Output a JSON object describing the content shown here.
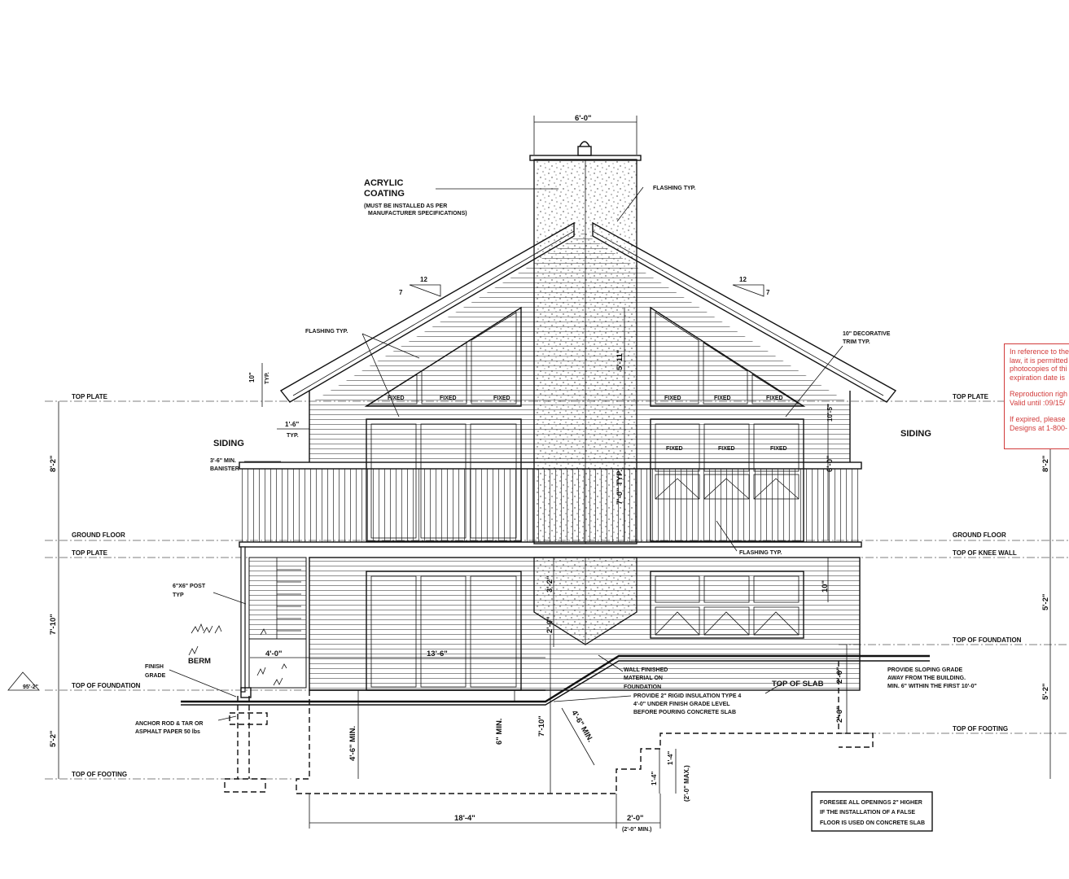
{
  "labels": {
    "top_plate_left": "TOP PLATE",
    "top_plate_right": "TOP PLATE",
    "ground_floor_left": "GROUND FLOOR",
    "ground_floor_right": "GROUND FLOOR",
    "top_plate_lower_left": "TOP PLATE",
    "top_knee_wall": "TOP OF KNEE WALL",
    "top_foundation_left": "TOP OF FOUNDATION",
    "top_foundation_right": "TOP OF FOUNDATION",
    "top_footing_left": "TOP OF FOOTING",
    "top_footing_right": "TOP OF FOOTING",
    "top_slab": "TOP OF SLAB",
    "siding_left": "SIDING",
    "siding_right": "SIDING",
    "berm": "BERM",
    "acrylic_1": "ACRYLIC",
    "acrylic_2": "COATING",
    "acrylic_note_1": "(MUST BE INSTALLED AS PER",
    "acrylic_note_2": "MANUFACTURER SPECIFICATIONS)",
    "flashing_chimney": "FLASHING TYP.",
    "flashing_left": "FLASHING TYP.",
    "flashing_balcony": "FLASHING TYP.",
    "trim_1": "10\" DECORATIVE",
    "trim_2": "TRIM TYP.",
    "banister_1": "3'-6\" MIN.",
    "banister_2": "BANISTER",
    "post_1": "6\"X6\" POST",
    "post_2": "TYP",
    "finish_1": "FINISH",
    "finish_2": "GRADE",
    "anchor_1": "ANCHOR ROD & TAR OR",
    "anchor_2": "ASPHALT PAPER 50 lbs",
    "wall_1": "WALL FINISHED",
    "wall_2": "MATERIAL ON",
    "wall_3": "FOUNDATION",
    "insul_1": "PROVIDE 2\" RIGID INSULATION TYPE 4",
    "insul_2": "4'-0\" UNDER FINISH GRADE LEVEL",
    "insul_3": "BEFORE POURING CONCRETE SLAB",
    "grade_1": "PROVIDE SLOPING GRADE",
    "grade_2": "AWAY FROM THE BUILDING.",
    "grade_3": "MIN. 6\" WITHIN THE FIRST 10'-0\"",
    "foresee_1": "FORESEE ALL OPENINGS 2\" HIGHER",
    "foresee_2": "IF THE INSTALLATION OF A FALSE",
    "foresee_3": "FLOOR IS USED ON CONCRETE SLAB",
    "fixed": "FIXED",
    "pitch_rise": "7",
    "pitch_run": "12"
  },
  "dimensions": {
    "chimney_width": "6'-0\"",
    "d_10_typ": "10\"",
    "typ": "TYP.",
    "d_1_6": "1'-6\"",
    "d_1_6_typ": "TYP.",
    "d_5_11": "5'-11\"",
    "d_10_5": "10'-5\"",
    "d_6_0": "6'-0\"",
    "d_7_0_typ": "7'-0\" TYP.",
    "d_3_2": "3'-2\"",
    "d_2_0": "2'-0\"",
    "d_10_lower": "10\"",
    "d_8_2_left": "8'-2\"",
    "d_8_2_right": "8'-2\"",
    "d_7_10_left": "7'-10\"",
    "d_5_2_left": "5'-2\"",
    "d_5_2_right_a": "5'-2\"",
    "d_5_2_right_b": "5'-2\"",
    "d_4_0": "4'-0\"",
    "d_13_6": "13'-6\"",
    "d_4_6_min": "4'-6\" MIN.",
    "d_6_min": "6\" MIN.",
    "d_7_10_center": "7'-10\"",
    "d_4_6_min_diag": "4'-6\" MIN.",
    "d_2_6": "2'-6\"",
    "d_2_6b": "2'-6\"",
    "d_1_4a": "1'-4\"",
    "d_1_4b": "1'-4\"",
    "d_2_0_max": "(2'-0\" MAX.)",
    "d_18_4": "18'-4\"",
    "d_2_0_bottom": "2'-0\"",
    "d_2_0_min": "(2'-0\" MIN.)",
    "angle_marker": "95'-2\""
  },
  "copyright": {
    "line1": "In reference to the",
    "line2": "law, it is permitted",
    "line3": "photocopies of thi",
    "line4": "expiration date is",
    "line5": "Reproduction righ",
    "line6": "Valid until :09/15/",
    "line7": "If expired, please",
    "line8": "Designs at 1-800-"
  },
  "colors": {
    "ink": "#111111",
    "copyright_red": "#d23b3b",
    "paper": "#ffffff"
  }
}
